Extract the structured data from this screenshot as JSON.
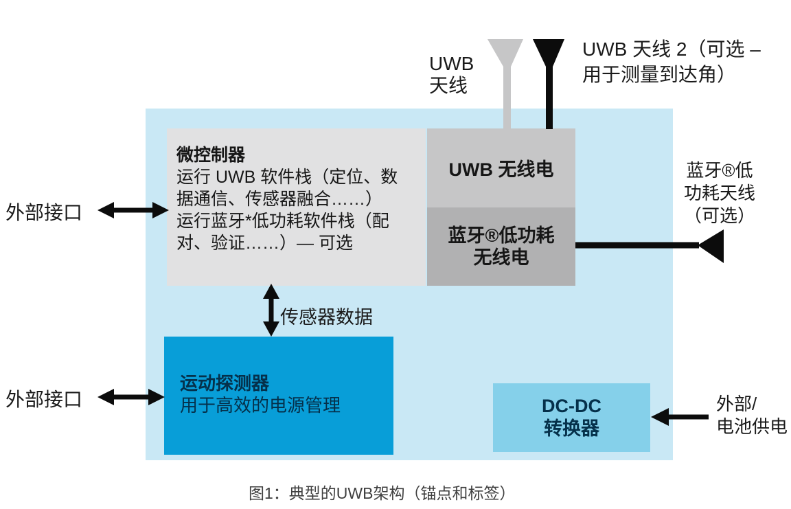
{
  "colors": {
    "container": "#c9e8f5",
    "mcu_box": "#e1e1e2",
    "uwb_radio_box": "#c6c6c7",
    "ble_radio_box": "#b1b1b2",
    "motion_box": "#089ed8",
    "dcdc_box": "#85d0ea",
    "antenna_gray": "#c6c6c7",
    "arrow_black": "#0c0c0c",
    "dark_navy_text": "#05304a",
    "body_text": "#161616",
    "caption_text": "#3f3f3f"
  },
  "blocks": {
    "mcu": {
      "title": "微控制器",
      "lines": [
        "运行 UWB 软件栈（定位、数",
        "据通信、传感器融合……）",
        "运行蓝牙*低功耗软件栈（配",
        "对、验证……）— 可选"
      ]
    },
    "uwb_radio": {
      "label": "UWB 无线电"
    },
    "ble_radio": {
      "line1": "蓝牙®低功耗",
      "line2": "无线电"
    },
    "motion": {
      "title": "运动探测器",
      "subtitle": "用于高效的电源管理"
    },
    "dcdc": {
      "line1": "DC-DC",
      "line2": "转换器"
    }
  },
  "labels": {
    "uwb_antenna": {
      "line1": "UWB",
      "line2": "天线"
    },
    "uwb_antenna2": {
      "line1": "UWB 天线 2（可选 –",
      "line2": "用于测量到达角）"
    },
    "ble_antenna": {
      "line1": "蓝牙®低",
      "line2": "功耗天线",
      "line3": "（可选）"
    },
    "external_interface_top": "外部接口",
    "external_interface_bottom": "外部接口",
    "sensor_data": "传感器数据",
    "power": {
      "line1": "外部/",
      "line2": "电池供电"
    }
  },
  "caption": "图1：典型的UWB架构（锚点和标签）"
}
